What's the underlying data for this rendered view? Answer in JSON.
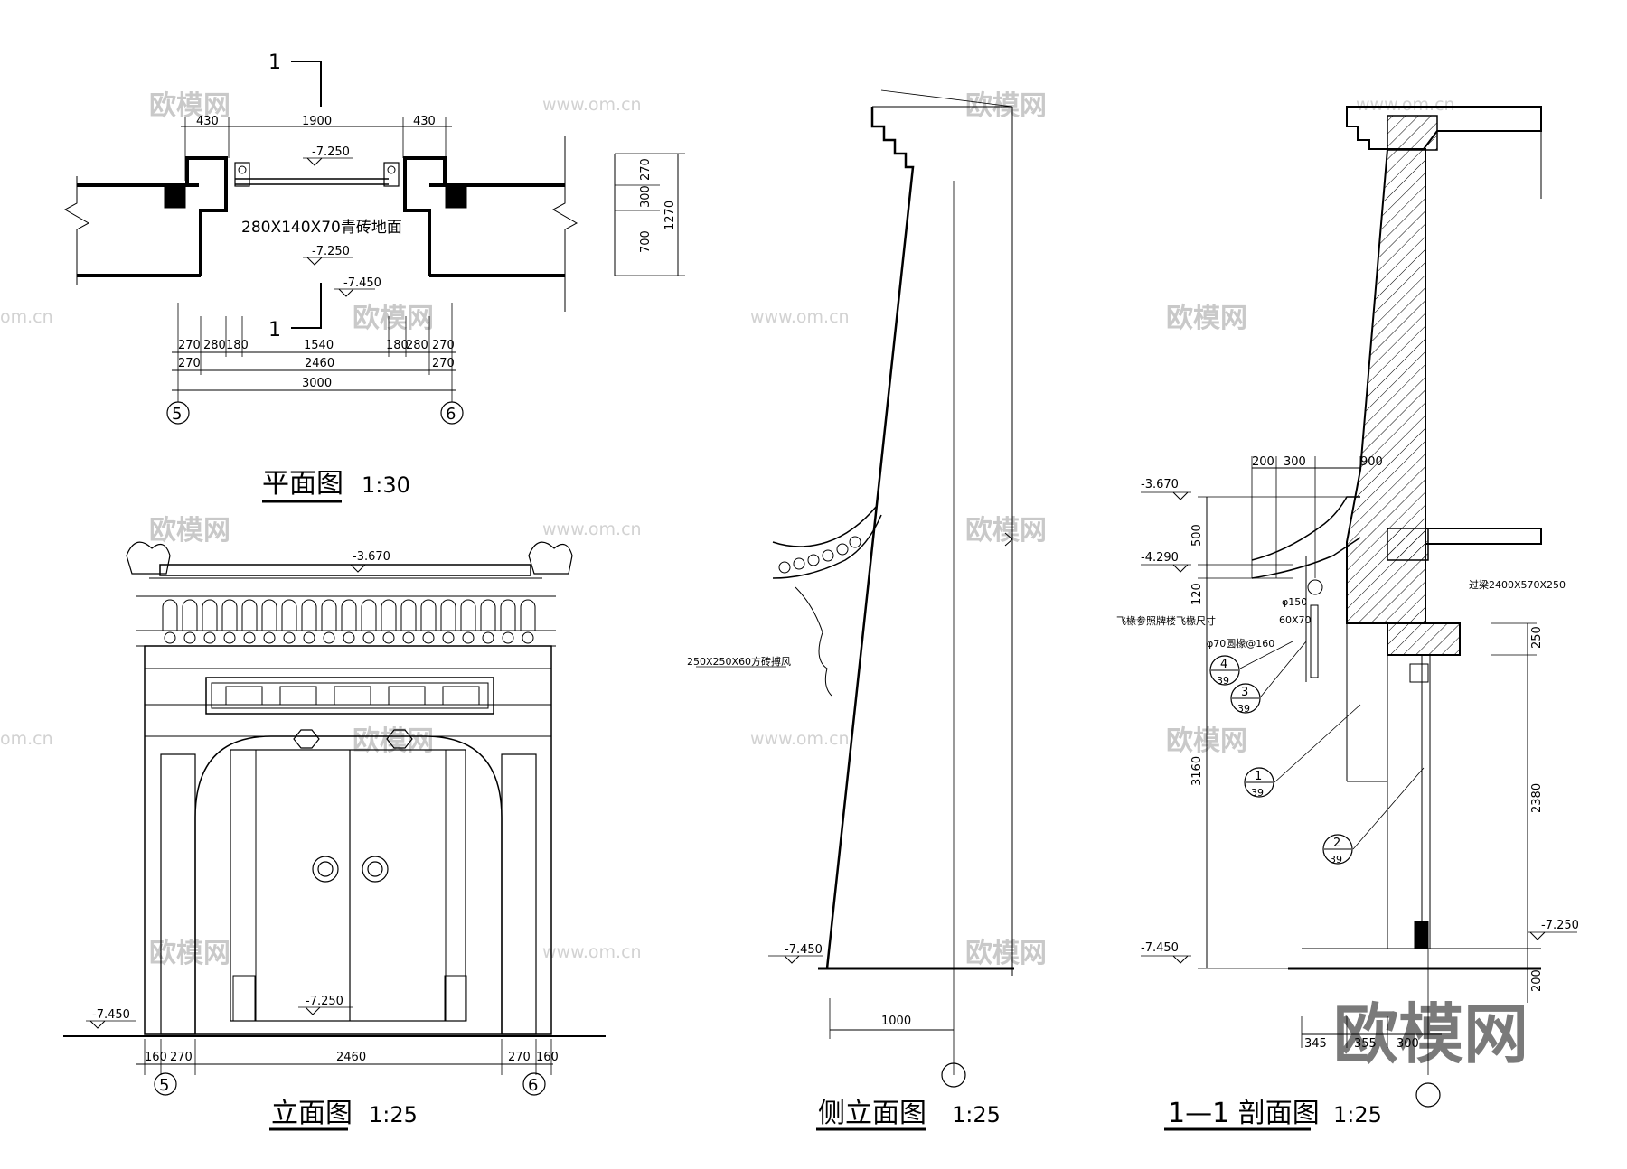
{
  "plan": {
    "section_mark": "1",
    "top_dims": [
      "430",
      "1900",
      "430"
    ],
    "level_1": "-7.250",
    "level_2": "-7.250",
    "level_3": "-7.450",
    "floor_note": "280X140X70青砖地面",
    "right_dims": [
      "270",
      "300",
      "700",
      "1270"
    ],
    "bottom_row1": [
      "270",
      "280",
      "180",
      "1540",
      "180",
      "280",
      "270"
    ],
    "bottom_row2": [
      "270",
      "2460",
      "270"
    ],
    "bottom_total": "3000",
    "axis_left": "5",
    "axis_right": "6",
    "title": "平面图",
    "scale": "1:30"
  },
  "front": {
    "top_level": "-3.670",
    "floor_level": "-7.250",
    "ground_level": "-7.450",
    "dims": [
      "160",
      "270",
      "2460",
      "270",
      "160"
    ],
    "axis_left": "5",
    "axis_right": "6",
    "title": "立面图",
    "scale": "1:25"
  },
  "side": {
    "ground_level": "-7.450",
    "note": "250X250X60方砖搏风",
    "dim": "1000",
    "title": "侧立面图",
    "scale": "1:25"
  },
  "section": {
    "level_top": "-3.670",
    "level_mid": "-4.290",
    "level_ground": "-7.450",
    "level_floor": "-7.250",
    "top_dims": [
      "200",
      "300",
      "900"
    ],
    "left_dims": [
      "500",
      "120",
      "3160"
    ],
    "right_dims": [
      "250",
      "2380",
      "200"
    ],
    "bottom_dims": [
      "345",
      "355",
      "300"
    ],
    "notes": {
      "lintel": "过梁2400X570X250",
      "eave": "飞椽参照牌楼飞椽尺寸",
      "d150": "φ150",
      "s60": "60X70",
      "d70": "φ70圆椽@160"
    },
    "callouts": [
      {
        "top": "4",
        "bottom": "39"
      },
      {
        "top": "3",
        "bottom": "39"
      },
      {
        "top": "1",
        "bottom": "39"
      },
      {
        "top": "2",
        "bottom": "39"
      }
    ],
    "title": "1—1 剖面图",
    "scale": "1:25"
  },
  "watermark": {
    "brand": "欧模网",
    "url": "www.om.cn",
    "url_partial": "om.cn"
  }
}
